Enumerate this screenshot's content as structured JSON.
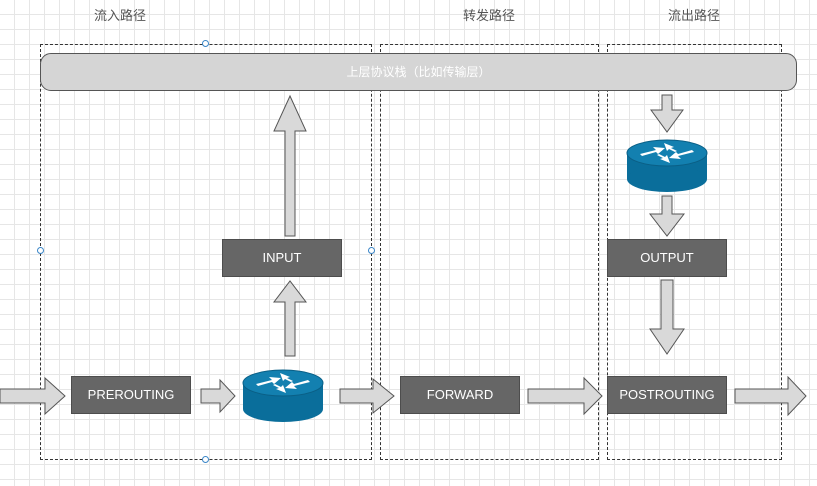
{
  "sections": {
    "inbound": "流入路径",
    "forward": "转发路径",
    "outbound": "流出路径"
  },
  "stack_label": "上层协议栈（比如传输层）",
  "chains": {
    "prerouting": "PREROUTING",
    "input": "INPUT",
    "forward": "FORWARD",
    "output": "OUTPUT",
    "postrouting": "POSTROUTING"
  },
  "icons": {
    "router": "router-icon",
    "arrow": "arrow-icon"
  },
  "colors": {
    "chain_fill": "#666666",
    "stack_fill": "#d5d5d5",
    "arrow_fill": "#d9d9d9",
    "router_blue": "#0a6e9b",
    "selection_handle": "#3a86c8"
  }
}
